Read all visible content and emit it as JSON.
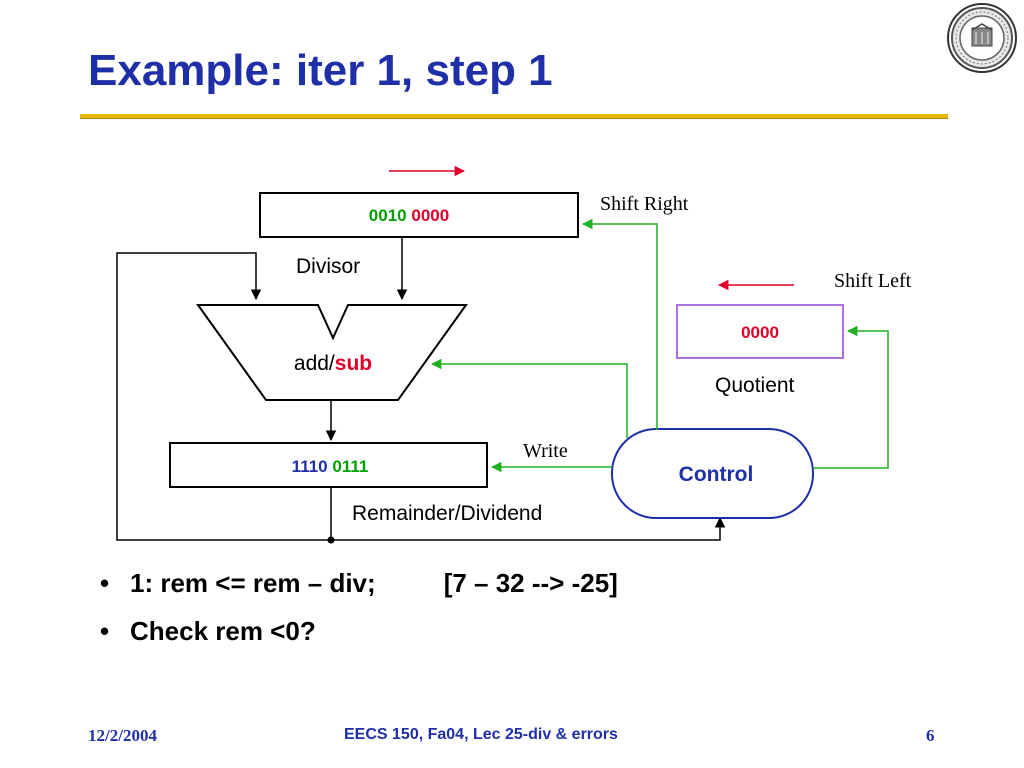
{
  "slide": {
    "title": "Example: iter 1, step 1",
    "logo_icon": "university-seal-icon"
  },
  "diagram": {
    "divisor": {
      "label": "Divisor",
      "value_part1": "0010",
      "value_part2": "0000",
      "shift_label": "Shift Right"
    },
    "alu": {
      "label_prefix": "add/",
      "label_emphasis": "sub"
    },
    "remainder": {
      "label": "Remainder/Dividend",
      "value_part1": "1110",
      "value_part2": "0111",
      "write_label": "Write"
    },
    "quotient": {
      "label": "Quotient",
      "value": "0000",
      "shift_label": "Shift Left"
    },
    "control": {
      "label": "Control"
    }
  },
  "bullets": {
    "line1_main": "1: rem <= rem – div;",
    "line1_note": "[7 – 32 --> -25]",
    "line2": "Check rem <0?"
  },
  "footer": {
    "date": "12/2/2004",
    "course": "EECS 150, Fa04, Lec 25-div & errors",
    "page": "6"
  },
  "colors": {
    "title_blue": "#1f2fa8",
    "rule_gold": "#e8b800",
    "value_green": "#00a000",
    "value_red": "#e0002a",
    "value_blue": "#1f2fa8",
    "wire_green": "#20b020",
    "quotient_border": "#b070e0",
    "control_text": "#1f2fa8"
  }
}
